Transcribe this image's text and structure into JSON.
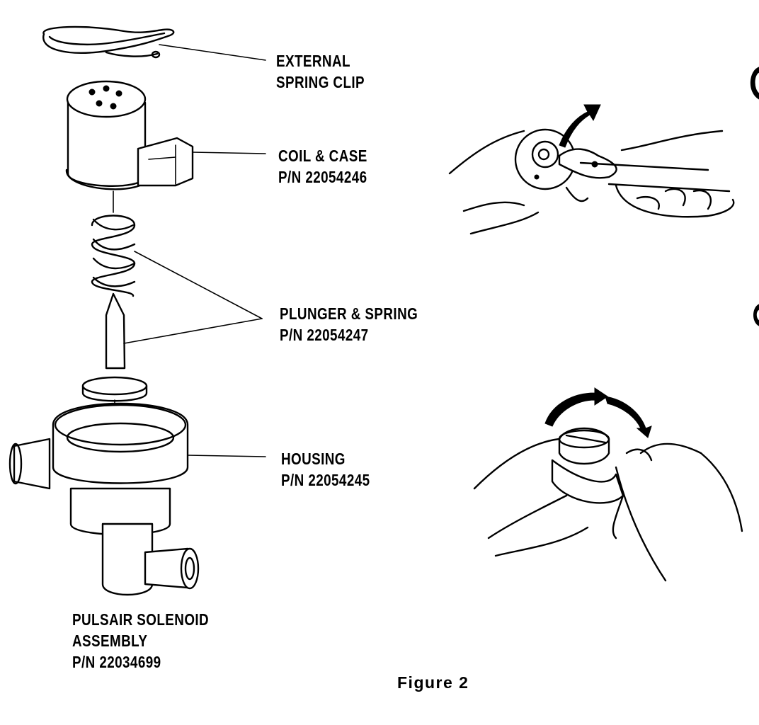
{
  "labels": {
    "spring_clip": {
      "line1": "EXTERNAL",
      "line2": "SPRING CLIP"
    },
    "coil_case": {
      "line1": "COIL & CASE",
      "line2": "P/N 22054246"
    },
    "plunger_spring": {
      "line1": "PLUNGER & SPRING",
      "line2": "P/N 22054247"
    },
    "housing": {
      "line1": "HOUSING",
      "line2": "P/N 22054245"
    },
    "assembly": {
      "line1": "PULSAIR SOLENOID",
      "line2": "ASSEMBLY",
      "line3": "P/N 22034699"
    }
  },
  "caption": "Figure 2"
}
